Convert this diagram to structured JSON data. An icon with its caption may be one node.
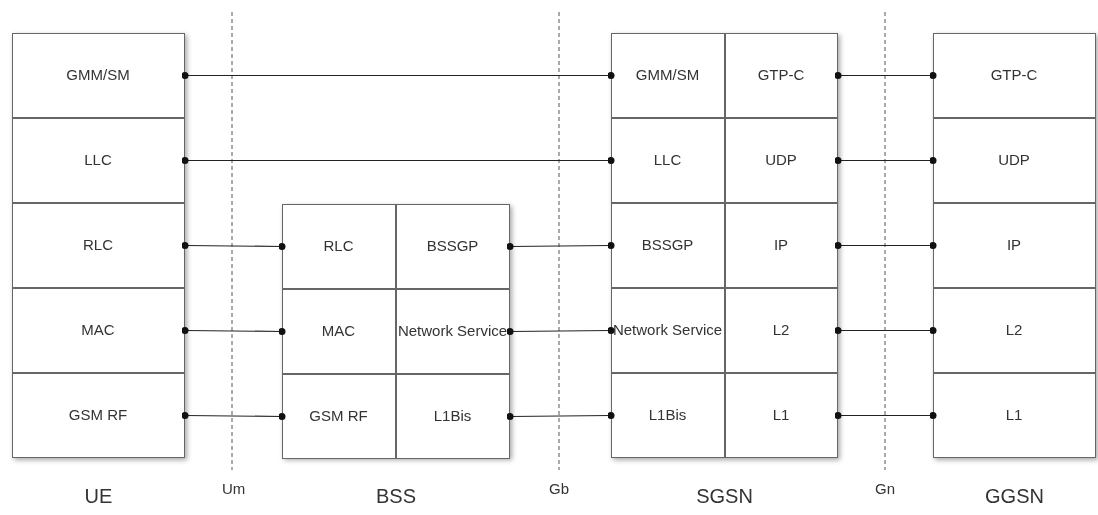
{
  "diagram": {
    "nodes": [
      {
        "text": [
          "UE"
        ]
      },
      {
        "text": [
          "GMM/SM"
        ],
        "in": 0
      },
      {
        "text": [
          "LLC"
        ],
        "in": 0
      },
      {
        "text": [
          "RLC"
        ],
        "in": 0
      },
      {
        "text": [
          "MAC"
        ],
        "in": 0
      },
      {
        "text": [
          "GSM RF"
        ],
        "in": 0
      },
      {
        "text": [
          "BSS"
        ]
      },
      {
        "text": [
          "RLC"
        ],
        "in": 6
      },
      {
        "text": [
          "BSSGP"
        ],
        "in": 6
      },
      {
        "text": [
          "MAC"
        ],
        "in": 6
      },
      {
        "text": [
          "Network Service"
        ],
        "in": 6
      },
      {
        "text": [
          "GSM RF"
        ],
        "in": 6
      },
      {
        "text": [
          "L1Bis"
        ],
        "in": 6
      },
      {
        "text": [
          "SGSN"
        ]
      },
      {
        "text": [
          "GMM/SM"
        ],
        "in": 13
      },
      {
        "text": [
          "GTP-C"
        ],
        "in": 13
      },
      {
        "text": [
          "LLC"
        ],
        "in": 13
      },
      {
        "text": [
          "UDP"
        ],
        "in": 13
      },
      {
        "text": [
          "BSSGP"
        ],
        "in": 13
      },
      {
        "text": [
          "IP"
        ],
        "in": 13
      },
      {
        "text": [
          "Network Service"
        ],
        "in": 13
      },
      {
        "text": [
          "L2"
        ],
        "in": 13
      },
      {
        "text": [
          "L1Bis"
        ],
        "in": 13
      },
      {
        "text": [
          "L1"
        ],
        "in": 13
      },
      {
        "text": [
          "GGSN"
        ]
      },
      {
        "text": [
          "GTP-C"
        ],
        "in": 24
      },
      {
        "text": [
          "UDP"
        ],
        "in": 24
      },
      {
        "text": [
          "IP"
        ],
        "in": 24
      },
      {
        "text": [
          "L2"
        ],
        "in": 24
      },
      {
        "text": [
          "L1"
        ],
        "in": 24
      }
    ],
    "edges": [
      {
        "from": 1,
        "to": 14,
        "arrow": "other"
      },
      {
        "from": 2,
        "to": 16,
        "arrow": "other"
      },
      {
        "from": 3,
        "to": 7,
        "arrow": "other"
      },
      {
        "from": 4,
        "to": 9,
        "arrow": "other"
      },
      {
        "from": 5,
        "to": 11,
        "arrow": "other"
      },
      {
        "from": 8,
        "to": 18,
        "arrow": "other"
      },
      {
        "from": 10,
        "to": 20,
        "arrow": "other"
      },
      {
        "from": 12,
        "to": 22,
        "arrow": "other"
      },
      {
        "from": 15,
        "to": 25,
        "arrow": "other"
      },
      {
        "from": 17,
        "to": 26,
        "arrow": "other"
      },
      {
        "from": 19,
        "to": 27,
        "arrow": "other"
      },
      {
        "from": 21,
        "to": 28,
        "arrow": "other"
      },
      {
        "from": 23,
        "to": 29,
        "arrow": "other"
      }
    ],
    "labels": [
      "Um",
      "Gb",
      "Gn"
    ]
  }
}
